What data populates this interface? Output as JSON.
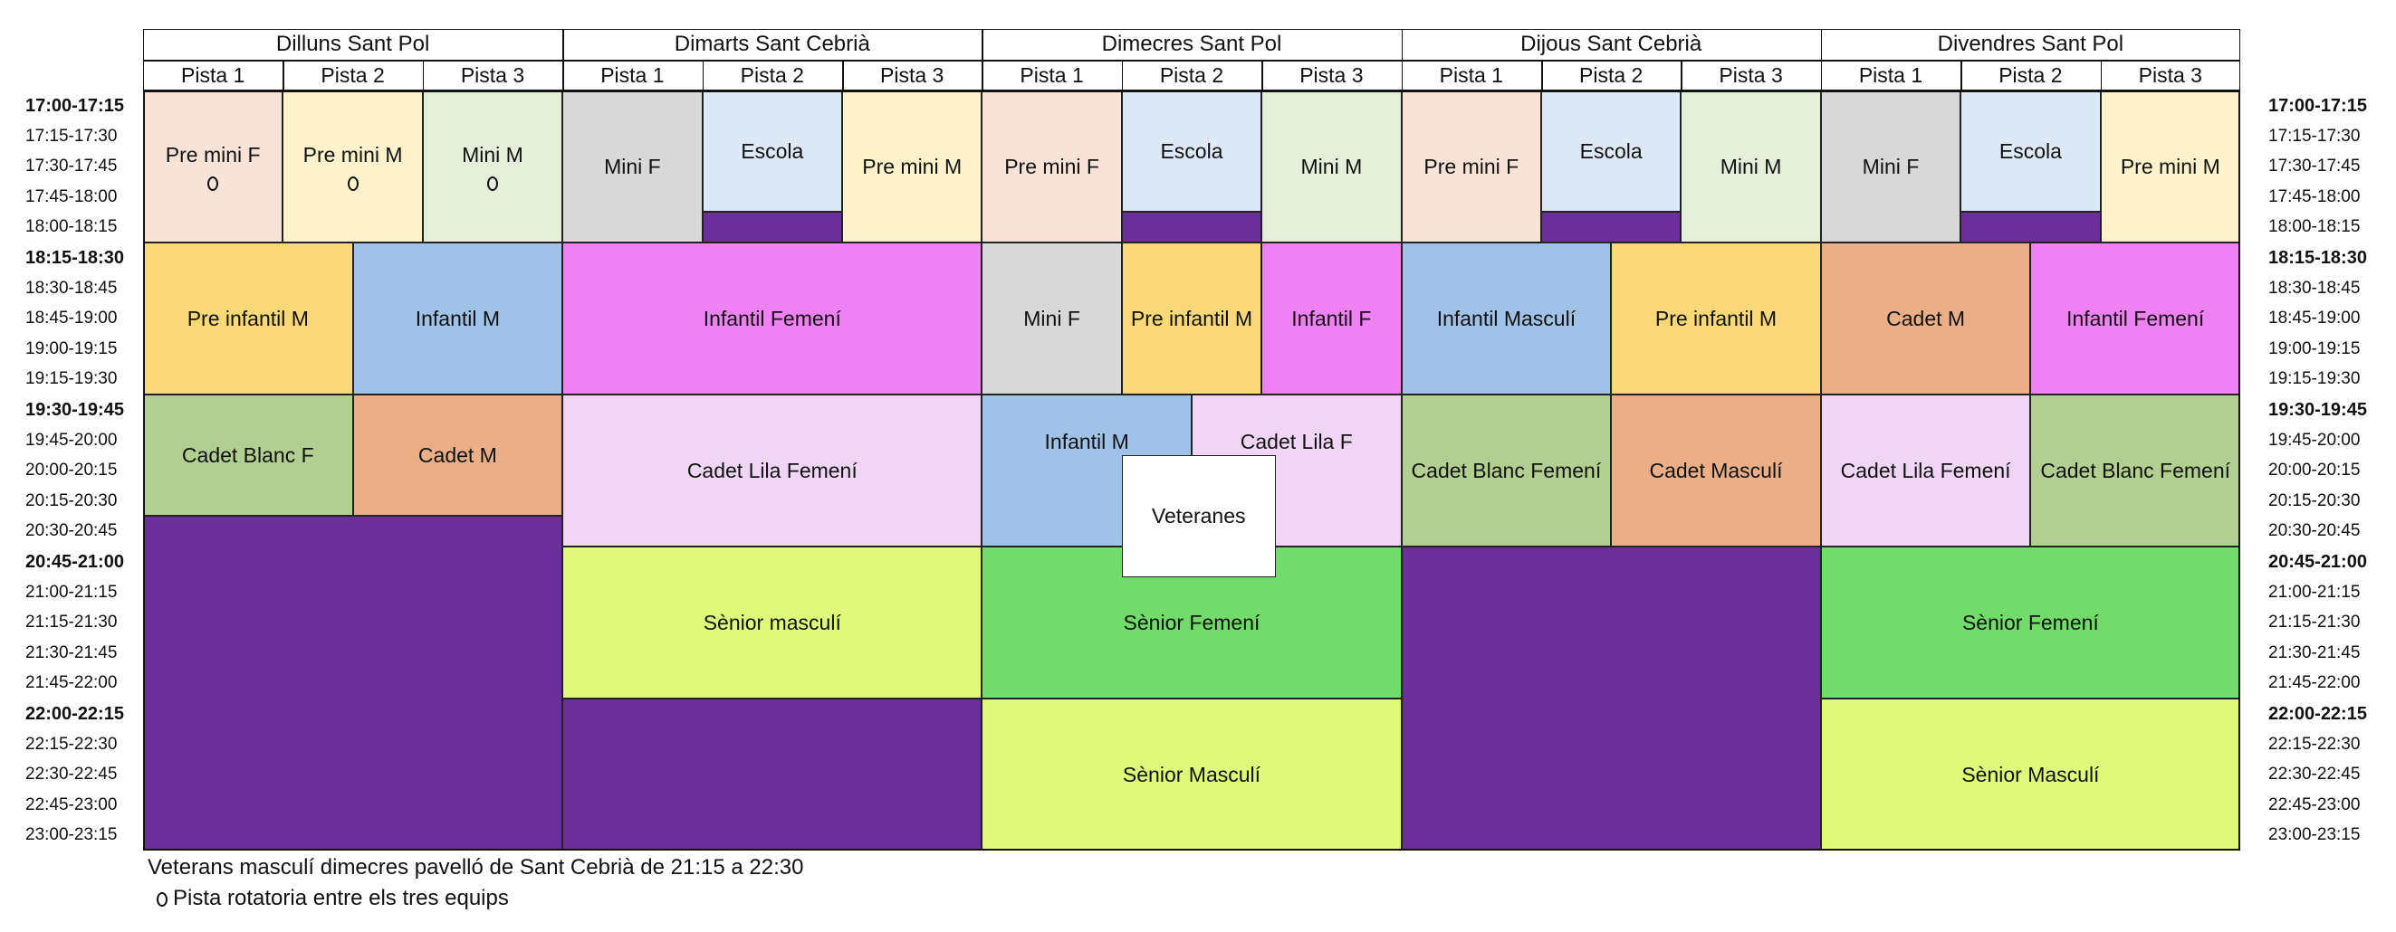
{
  "days": [
    "Dilluns Sant Pol",
    "Dimarts Sant Cebrià",
    "Dimecres Sant Pol",
    "Dijous Sant Cebrià",
    "Divendres Sant Pol"
  ],
  "pistas": [
    "Pista 1",
    "Pista 2",
    "Pista 3"
  ],
  "times": [
    "17:00-17:15",
    "17:15-17:30",
    "17:30-17:45",
    "17:45-18:00",
    "18:00-18:15",
    "18:15-18:30",
    "18:30-18:45",
    "18:45-19:00",
    "19:00-19:15",
    "19:15-19:30",
    "19:30-19:45",
    "19:45-20:00",
    "20:00-20:15",
    "20:15-20:30",
    "20:30-20:45",
    "20:45-21:00",
    "21:00-21:15",
    "21:15-21:30",
    "21:30-21:45",
    "21:45-22:00",
    "22:00-22:15",
    "22:15-22:30",
    "22:30-22:45",
    "22:45-23:00",
    "23:00-23:15"
  ],
  "bold_times": [
    "17:00-17:15",
    "18:15-18:30",
    "19:30-19:45",
    "20:45-21:00",
    "22:00-22:15"
  ],
  "colors": {
    "peach": "#f9e3d6",
    "cream": "#fdf2cc",
    "mint": "#e4efda",
    "grey": "#d8d8d8",
    "lightblue": "#dde9f5",
    "purple": "#6a2f99",
    "yellow": "#f8d877",
    "blue": "#a0c2e6",
    "magenta": "#ee82f3",
    "salmon": "#eaaf87",
    "lightgreen": "#b2cf91",
    "lilac": "#f1d5f7",
    "lime": "#e0f97a",
    "green": "#71dc69",
    "white": "#ffffff"
  },
  "cells": [
    {
      "label": "Pre mini F",
      "color": "peach",
      "rot": true
    },
    {
      "label": "Pre mini M",
      "color": "cream",
      "rot": true
    },
    {
      "label": "Mini M",
      "color": "mint",
      "rot": true
    },
    {
      "label": "Pre infantil M",
      "color": "yellow"
    },
    {
      "label": "Infantil M",
      "color": "blue"
    },
    {
      "label": "Cadet Blanc F",
      "color": "lightgreen"
    },
    {
      "label": "Cadet M",
      "color": "salmon"
    },
    {
      "label": "",
      "color": "purple"
    },
    {
      "label": "Mini F",
      "color": "grey"
    },
    {
      "label": "Escola",
      "color": "lightblue"
    },
    {
      "label": "",
      "color": "purple"
    },
    {
      "label": "Pre mini M",
      "color": "cream"
    },
    {
      "label": "Infantil Femení",
      "color": "magenta"
    },
    {
      "label": "Cadet Lila Femení",
      "color": "lilac"
    },
    {
      "label": "Sènior masculí",
      "color": "lime"
    },
    {
      "label": "",
      "color": "purple"
    },
    {
      "label": "Pre mini F",
      "color": "peach"
    },
    {
      "label": "Escola",
      "color": "lightblue"
    },
    {
      "label": "",
      "color": "purple"
    },
    {
      "label": "Mini M",
      "color": "mint"
    },
    {
      "label": "Mini F",
      "color": "grey"
    },
    {
      "label": "Pre infantil M",
      "color": "yellow"
    },
    {
      "label": "Infantil F",
      "color": "magenta"
    },
    {
      "label": "Infantil M",
      "color": "blue"
    },
    {
      "label": "Cadet Lila F",
      "color": "lilac"
    },
    {
      "label": "Sènior Femení",
      "color": "green"
    },
    {
      "label": "Sènior Masculí",
      "color": "lime"
    },
    {
      "label": "Veteranes",
      "color": "white"
    },
    {
      "label": "Pre mini F",
      "color": "peach"
    },
    {
      "label": "Escola",
      "color": "lightblue"
    },
    {
      "label": "",
      "color": "purple"
    },
    {
      "label": "Mini M",
      "color": "mint"
    },
    {
      "label": "Infantil Masculí",
      "color": "blue"
    },
    {
      "label": "Pre infantil M",
      "color": "yellow"
    },
    {
      "label": "Cadet Blanc Femení",
      "color": "lightgreen"
    },
    {
      "label": "Cadet Masculí",
      "color": "salmon"
    },
    {
      "label": "",
      "color": "purple"
    },
    {
      "label": "Mini F",
      "color": "grey"
    },
    {
      "label": "Escola",
      "color": "lightblue"
    },
    {
      "label": "",
      "color": "purple"
    },
    {
      "label": "Pre mini M",
      "color": "cream"
    },
    {
      "label": "Cadet M",
      "color": "salmon"
    },
    {
      "label": "Infantil Femení",
      "color": "magenta"
    },
    {
      "label": "Cadet Lila Femení",
      "color": "lilac"
    },
    {
      "label": "Cadet Blanc Femení",
      "color": "lightgreen"
    },
    {
      "label": "Sènior Femení",
      "color": "green"
    },
    {
      "label": "Sènior Masculí",
      "color": "lime"
    }
  ],
  "footer": {
    "line1": "Veterans masculí dimecres pavelló de Sant Cebrià de 21:15 a 22:30",
    "line2": "Pista rotatoria entre els tres equips"
  }
}
